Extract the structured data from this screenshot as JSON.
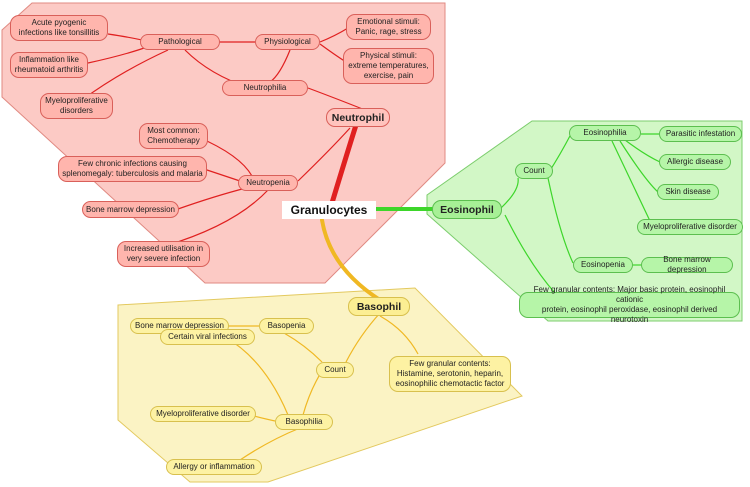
{
  "center": "Granulocytes",
  "neutrophil": {
    "title": "Neutrophil",
    "neutrophilia": "Neutrophilia",
    "pathological": "Pathological",
    "physiological": "Physiological",
    "acute": "Acute pyogenic\ninfections like tonsillitis",
    "inflammation": "Inflammation like\nrheumatoid arthritis",
    "myelo": "Myeloproliferative\ndisorders",
    "emotional": "Emotional stimuli:\nPanic, rage, stress",
    "physical": "Physical stimuli:\nextreme temperatures,\nexercise, pain",
    "neutropenia": "Neutropenia",
    "common": "Most common:\nChemotherapy",
    "chronic": "Few chronic infections causing\nsplenomegaly: tuberculosis and malaria",
    "marrow": "Bone marrow depression",
    "utilisation": "Increased utilisation in\nvery severe infection"
  },
  "eosinophil": {
    "title": "Eosinophil",
    "count": "Count",
    "eosinophilia": "Eosinophilia",
    "parasitic": "Parasitic infestation",
    "allergic": "Allergic disease",
    "skin": "Skin disease",
    "myelo": "Myeloproliferative disorder",
    "eosinopenia": "Eosinopenia",
    "marrow": "Bone marrow depression",
    "granular": "Few granular contents: Major basic protein, eosinophil cationic\nprotein, eosinophil peroxidase, eosinophil derived neurotoxin"
  },
  "basophil": {
    "title": "Basophil",
    "count": "Count",
    "basopenia": "Basopenia",
    "marrow": "Bone marrow depression",
    "basophilia": "Basophilia",
    "viral": "Certain viral infections",
    "myelo": "Myeloproliferative disorder",
    "allergy": "Allergy or inflammation",
    "granular": "Few granular contents:\nHistamine, serotonin, heparin,\neosinophilic chemotactic factor"
  },
  "colors": {
    "neutrophil": "#e02020",
    "eosinophil": "#3dd62a",
    "basophil": "#f0b823"
  }
}
